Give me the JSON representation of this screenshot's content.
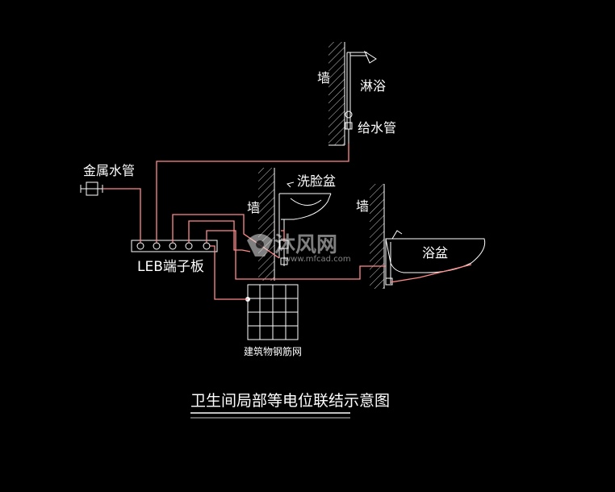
{
  "labels": {
    "wall_1": "墙",
    "wall_2": "墙",
    "wall_3": "墙",
    "shower": "淋浴",
    "water_supply_pipe": "给水管",
    "metal_water_pipe": "金属水管",
    "washbasin": "洗脸盆",
    "bathtub": "浴盆",
    "terminal_board": "LEB端子板",
    "building_rebar_mesh": "建筑物钢筋网"
  },
  "title": "卫生间局部等电位联结示意图",
  "watermark": {
    "brand": "沐风网",
    "url": "www.mfcad.com"
  },
  "colors": {
    "background": "#000000",
    "wire": "#ff8a8a",
    "linework": "#ffffff"
  },
  "icons": [
    "logo-icon"
  ]
}
